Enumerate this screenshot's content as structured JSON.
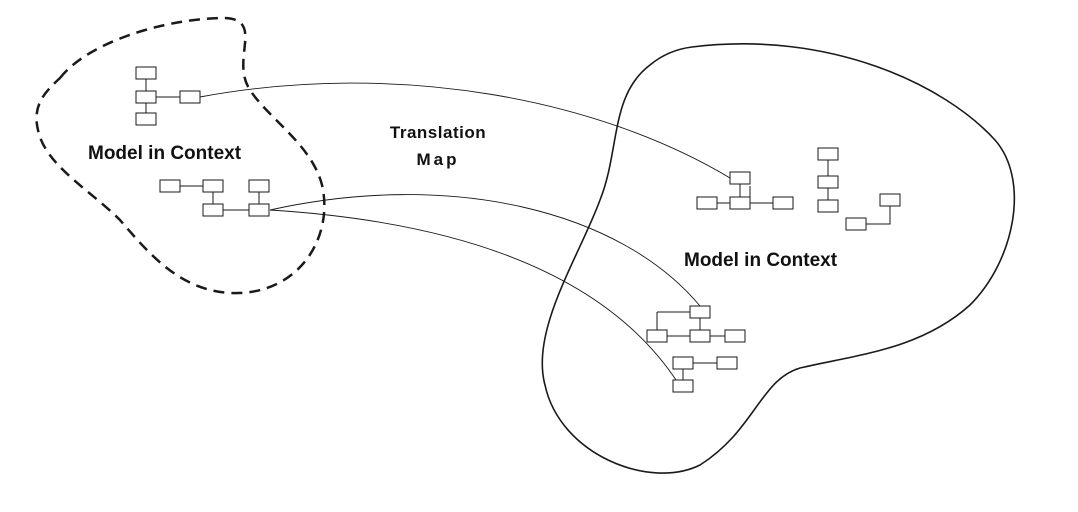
{
  "diagram": {
    "left_context": {
      "title": "Model in Context",
      "boundary": "dashed"
    },
    "right_context": {
      "title": "Model in Context",
      "boundary": "solid"
    },
    "translation_map": {
      "line1": "Translation",
      "line2": "Map"
    },
    "colors": {
      "stroke": "#1a1a1a",
      "box_fill": "#ffffff",
      "background": "#ffffff"
    }
  }
}
